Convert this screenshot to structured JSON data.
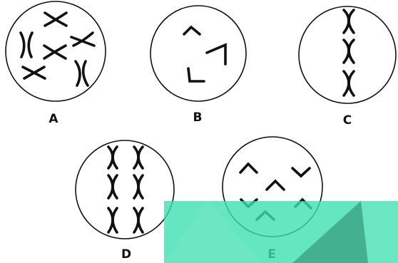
{
  "cells": [
    {
      "id": "A",
      "label": "A",
      "stage": "chromosomes-scattered"
    },
    {
      "id": "B",
      "label": "B",
      "stage": "single-chromatids-scattered"
    },
    {
      "id": "C",
      "label": "C",
      "stage": "chromosomes-aligned-center"
    },
    {
      "id": "D",
      "label": "D",
      "stage": "homologous-pairs-aligned"
    },
    {
      "id": "E",
      "label": "E",
      "stage": "chromatids-separating"
    }
  ],
  "overlay": {
    "color": "#3de0b0",
    "opacity": 0.8
  }
}
